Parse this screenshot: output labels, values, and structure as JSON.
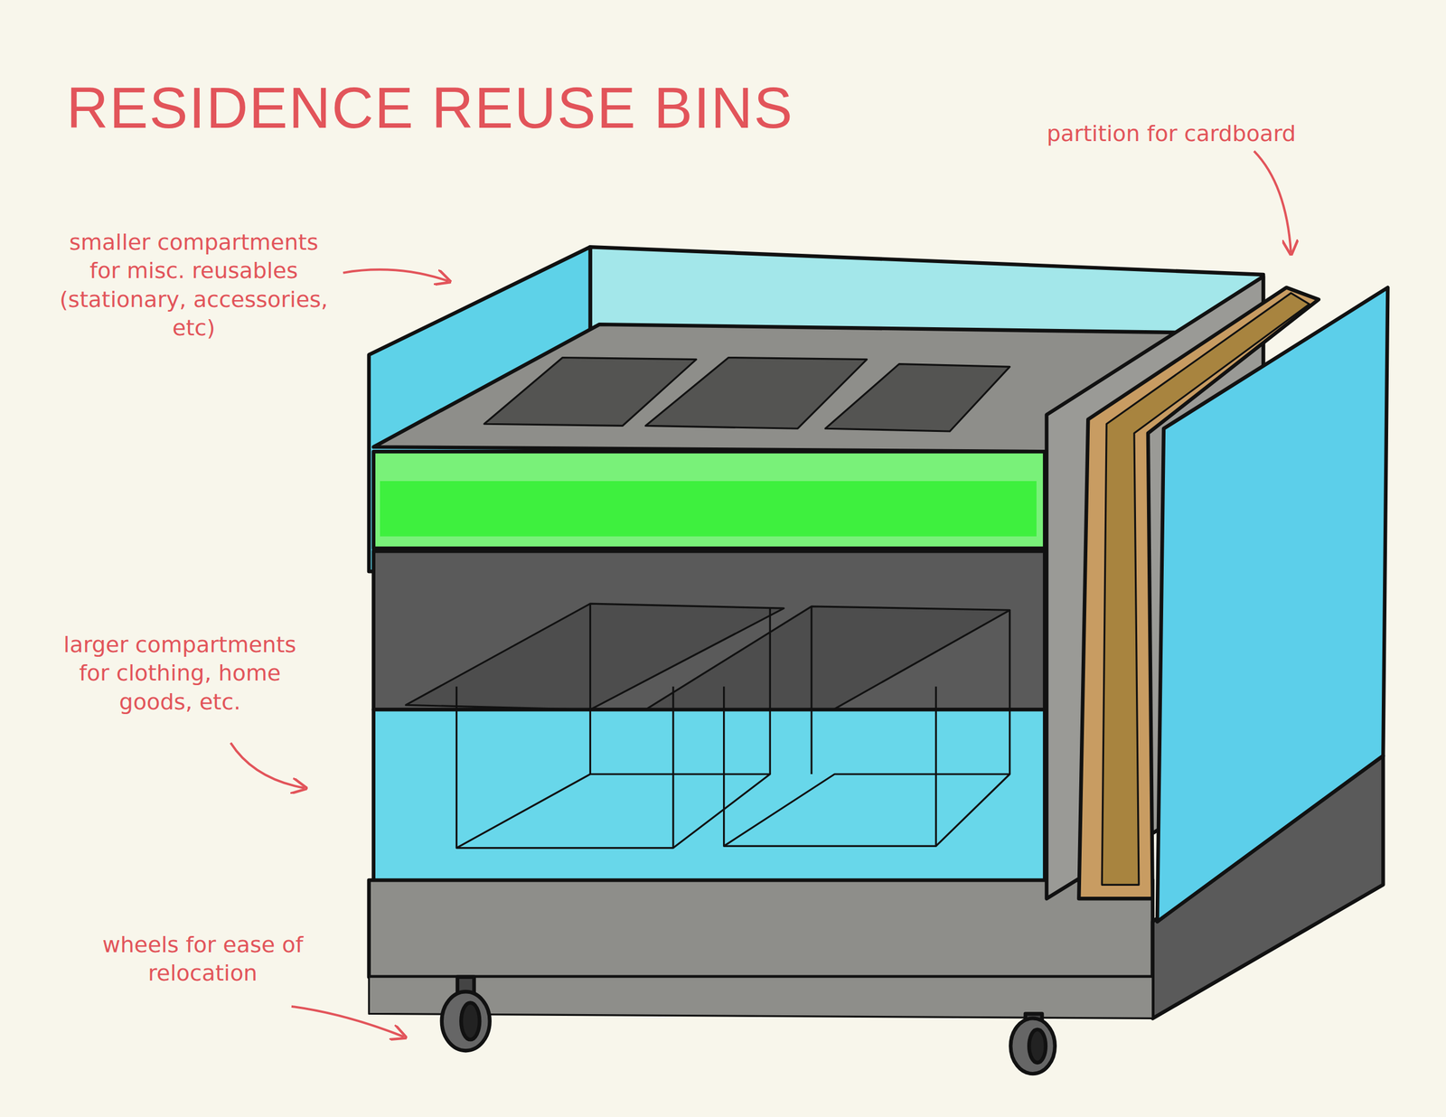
{
  "diagram": {
    "title": "RESIDENCE REUSE BINS",
    "labels": [
      "partition for cardboard",
      "smaller compartments for misc. reusables (stationary, accessories, etc)",
      "larger compartments for clothing, home goods, etc.",
      "wheels for ease of relocation"
    ]
  }
}
